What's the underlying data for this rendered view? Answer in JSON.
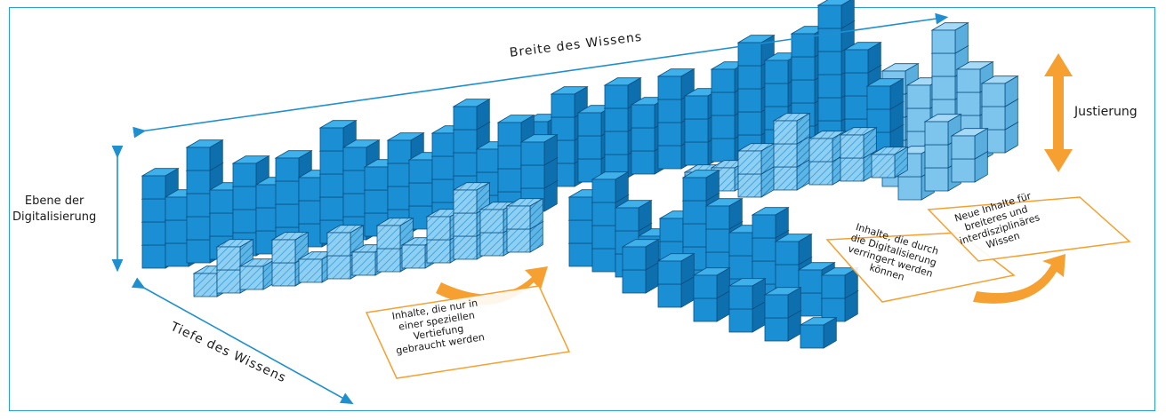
{
  "labels": {
    "breite": "Breite des Wissens",
    "tiefe": "Tiefe des Wissens",
    "ebene": "Ebene der\nDigitalisierung",
    "justierung": "Justierung"
  },
  "annotations": {
    "spezielle": "Inhalte, die nur in\neiner speziellen\nVertiefung\ngebraucht werden",
    "verringert": "Inhalte, die durch\ndie Digitalisierung\nverringert werden\nkönnen",
    "neue": "Neue Inhalte für\nbreiteres und\ninterdisziplinäres\nWissen"
  },
  "colors": {
    "frame": "#2a9fd6",
    "arrow_blue": "#1f8fd0",
    "arrow_orange": "#f5a030",
    "cube_top": "#3fb0ea",
    "cube_front": "#1b8fd4",
    "cube_side": "#0d6fae",
    "cube_light_top": "#a6d9f5",
    "cube_light_front": "#7ec5ee",
    "cube_light_side": "#5aaedd"
  }
}
